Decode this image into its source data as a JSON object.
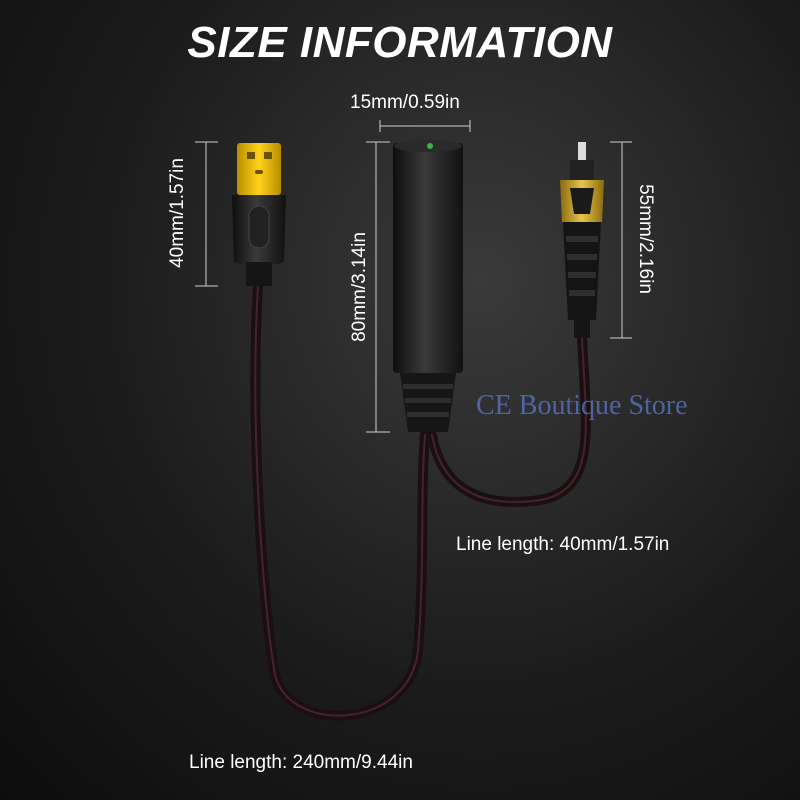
{
  "title": "SIZE INFORMATION",
  "dimensions": {
    "usb_height": "40mm/1.57in",
    "body_width": "15mm/0.59in",
    "body_height": "80mm/3.14in",
    "toslink_height": "55mm/2.16in"
  },
  "line_lengths": {
    "short": "Line length: 40mm/1.57in",
    "long": "Line length: 240mm/9.44in"
  },
  "watermark": "CE Boutique Store",
  "colors": {
    "background": "#1c1c1c",
    "usb_gold": "#e8b800",
    "plug_gold": "#c9a21a",
    "cable": "#2a1a1e",
    "text": "#ffffff"
  }
}
